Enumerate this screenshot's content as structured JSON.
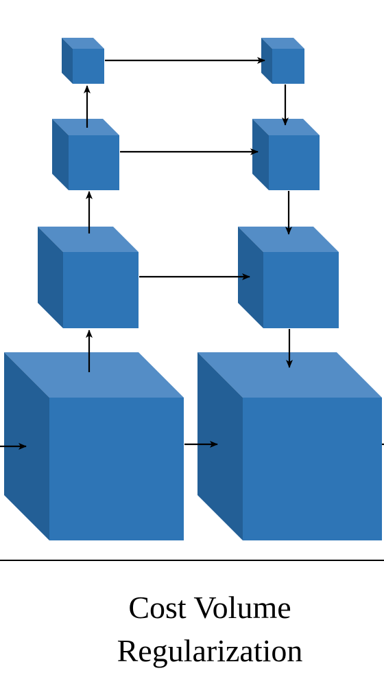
{
  "diagram": {
    "caption_line1": "Cost Volume",
    "caption_line2": "Regularization",
    "colors": {
      "cube_front": "#2E75B6",
      "cube_top": "#548DC6",
      "cube_side": "#235F96",
      "arrow": "#000000",
      "divider": "#000000"
    },
    "nodes": [
      {
        "id": "encoder-level-1",
        "level": 1,
        "branch": "encoder"
      },
      {
        "id": "encoder-level-2",
        "level": 2,
        "branch": "encoder"
      },
      {
        "id": "encoder-level-3",
        "level": 3,
        "branch": "encoder"
      },
      {
        "id": "encoder-level-4",
        "level": 4,
        "branch": "encoder"
      },
      {
        "id": "decoder-level-1",
        "level": 1,
        "branch": "decoder"
      },
      {
        "id": "decoder-level-2",
        "level": 2,
        "branch": "decoder"
      },
      {
        "id": "decoder-level-3",
        "level": 3,
        "branch": "decoder"
      },
      {
        "id": "decoder-level-4",
        "level": 4,
        "branch": "decoder"
      }
    ],
    "edges": [
      {
        "from": "input",
        "to": "encoder-level-1"
      },
      {
        "from": "encoder-level-1",
        "to": "encoder-level-2"
      },
      {
        "from": "encoder-level-2",
        "to": "encoder-level-3"
      },
      {
        "from": "encoder-level-3",
        "to": "encoder-level-4"
      },
      {
        "from": "encoder-level-4",
        "to": "decoder-level-4"
      },
      {
        "from": "encoder-level-3",
        "to": "decoder-level-3"
      },
      {
        "from": "encoder-level-2",
        "to": "decoder-level-2"
      },
      {
        "from": "encoder-level-1",
        "to": "decoder-level-1"
      },
      {
        "from": "decoder-level-4",
        "to": "decoder-level-3"
      },
      {
        "from": "decoder-level-3",
        "to": "decoder-level-2"
      },
      {
        "from": "decoder-level-2",
        "to": "decoder-level-1"
      },
      {
        "from": "decoder-level-1",
        "to": "output"
      }
    ]
  }
}
